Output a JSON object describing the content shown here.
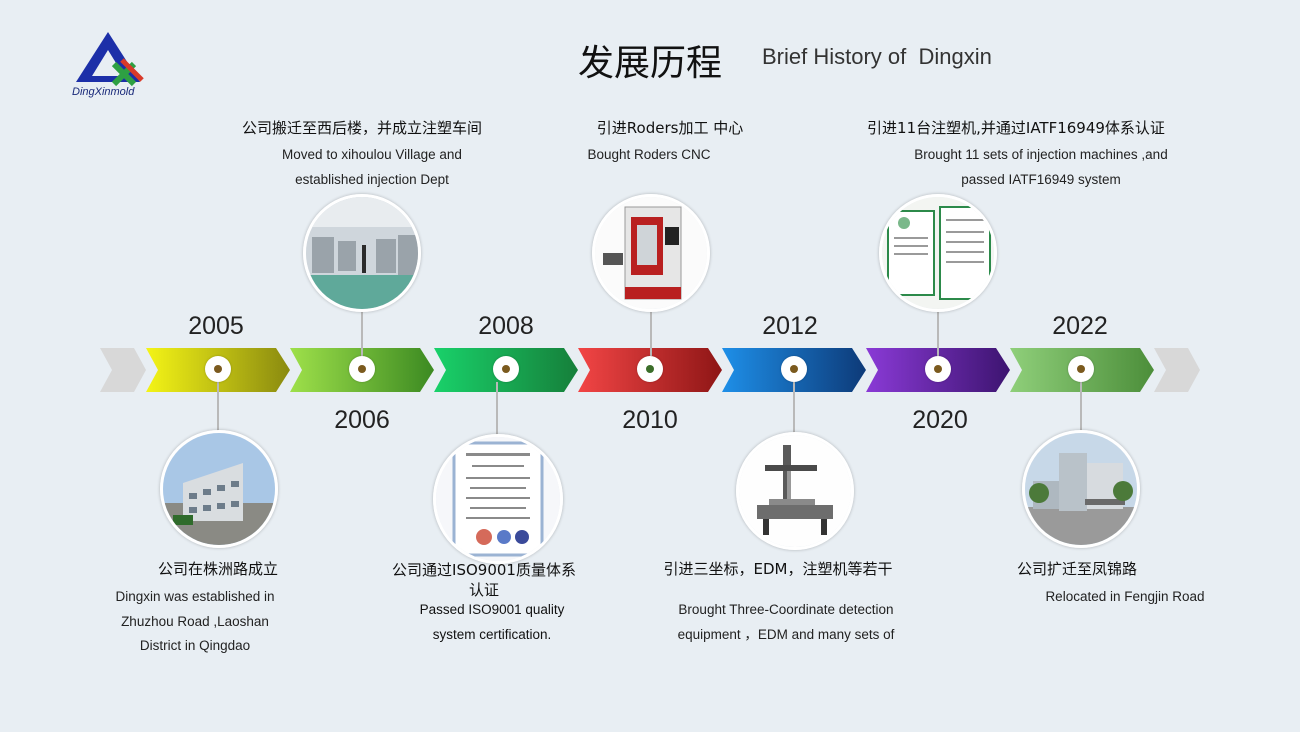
{
  "logo": {
    "text": "DingXinmold"
  },
  "header": {
    "title_cn": "发展历程",
    "title_en": "Brief History of  Dingxin"
  },
  "years": [
    "2005",
    "2006",
    "2008",
    "2010",
    "2012",
    "2020",
    "2022"
  ],
  "events": [
    {
      "cn": "公司在株洲路成立",
      "en": "Dingxin was established in\nZhuzhou Road ,Laoshan\nDistrict in Qingdao"
    },
    {
      "cn": "公司搬迁至西后楼，并成立注塑车间",
      "en": "Moved to  xihoulou Village and\nestablished  injection  Dept"
    },
    {
      "cn": "公司通过ISO9001质量体系\n认证",
      "en": "Passed ISO9001 quality\nsystem certification."
    },
    {
      "cn": "引进Roders加工 中心",
      "en": "Bought Roders  CNC"
    },
    {
      "cn": "引进三坐标，EDM，注塑机等若干",
      "en": "Brought Three-Coordinate detection\nequipment ，EDM and many sets of"
    },
    {
      "cn": "引进11台注塑机,并通过IATF16949体系认证",
      "en": "Brought  11 sets of injection machines ,and\npassed   IATF16949 system"
    },
    {
      "cn": "公司扩迁至凤锦路",
      "en": "Relocated in Fengjin Road"
    }
  ]
}
